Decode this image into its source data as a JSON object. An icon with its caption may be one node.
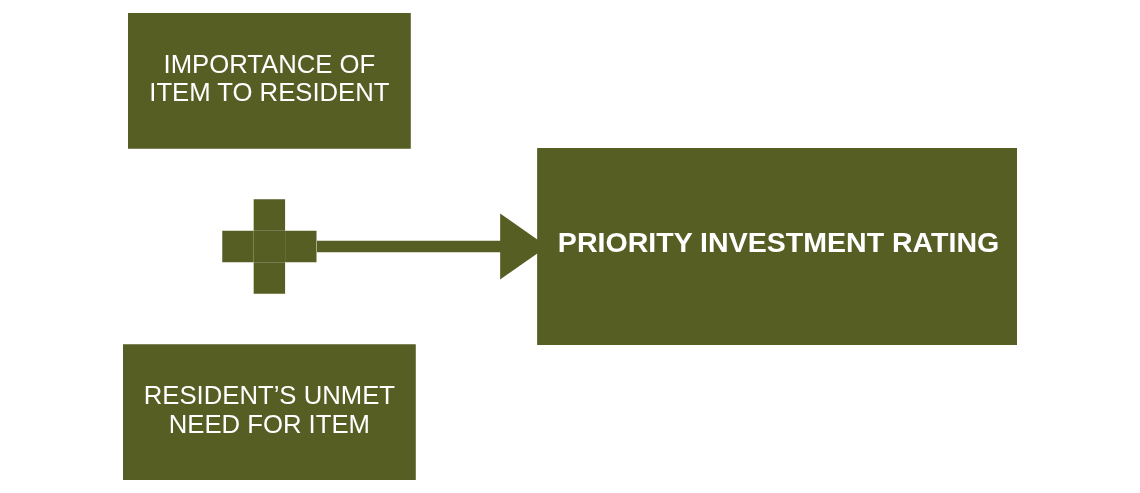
{
  "diagram": {
    "nodes": [
      {
        "text": [
          "IMPORTANCE OF ITEM TO RESIDENT"
        ]
      },
      {
        "text": [],
        "shape": "cross"
      },
      {
        "text": [
          "RESIDENT’S UNMET NEED FOR ITEM"
        ]
      },
      {
        "text": [
          "PRIORITY INVESTMENT RATING"
        ]
      }
    ],
    "edges": [
      {
        "from": 1,
        "to": 3,
        "arrow": "to"
      }
    ]
  }
}
